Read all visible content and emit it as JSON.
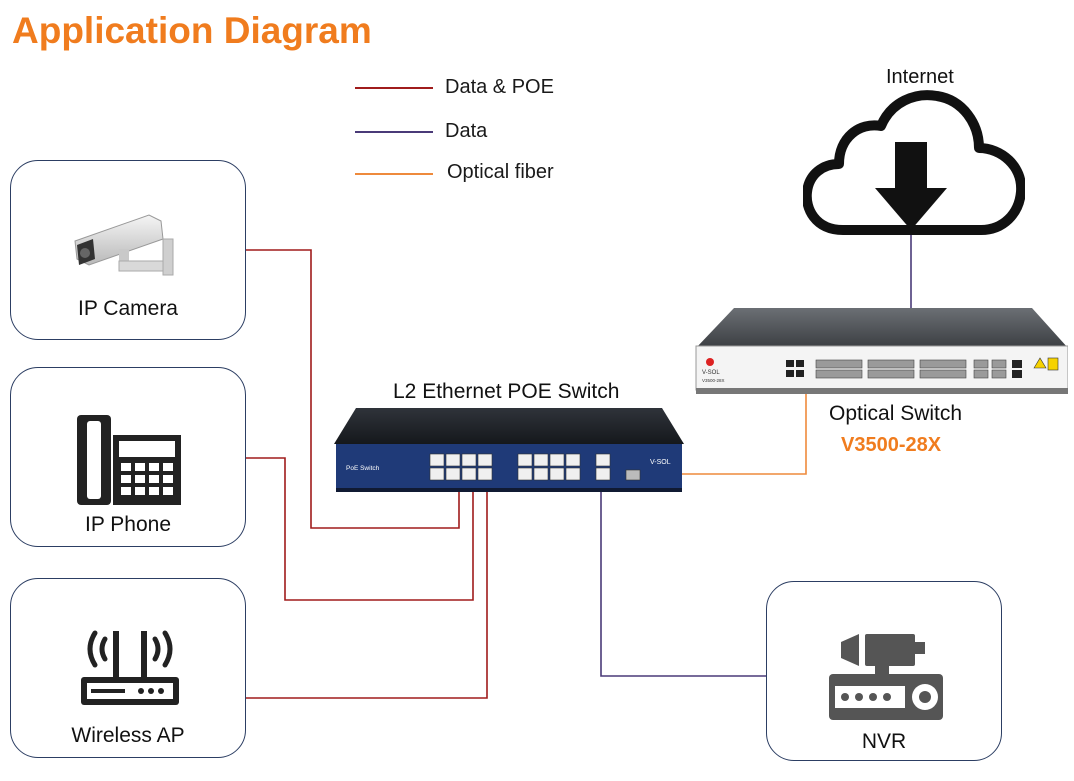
{
  "title": "Application Diagram",
  "legend": [
    {
      "label": "Data & POE",
      "color": "#a01c1c"
    },
    {
      "label": "Data",
      "color": "#4a3a78"
    },
    {
      "label": "Optical fiber",
      "color": "#ee8a3c"
    }
  ],
  "devices": {
    "ip_camera": "IP Camera",
    "ip_phone": "IP Phone",
    "wireless_ap": "Wireless AP",
    "nvr": "NVR",
    "internet": "Internet"
  },
  "poe_switch": {
    "caption": "L2 Ethernet POE Switch",
    "panel_text": "PoE Switch",
    "brand": "V-SOL"
  },
  "optical_switch": {
    "caption": "Optical Switch",
    "model": "V3500-28X",
    "brand": "V-SOL",
    "panel_model": "V3500-28X"
  },
  "icons": [
    "camera-icon",
    "phone-icon",
    "wifi-router-icon",
    "nvr-icon",
    "cloud-download-icon"
  ]
}
